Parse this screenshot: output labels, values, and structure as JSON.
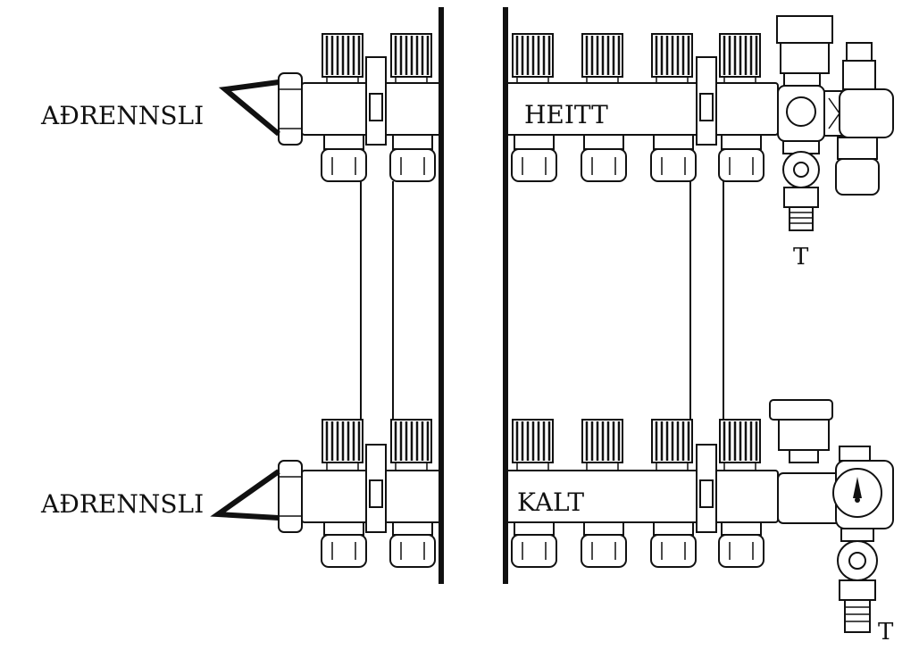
{
  "labels": {
    "inlet_top": "AÐRENNSLI",
    "inlet_bottom": "AÐRENNSLI",
    "hot_manifold": "HEITT",
    "cold_manifold": "KALT",
    "drain_top": "T",
    "drain_bottom": "T"
  },
  "manifold": {
    "hot_outlets": 6,
    "cold_outlets": 6
  },
  "colors": {
    "line": "#111111",
    "background": "#ffffff"
  }
}
